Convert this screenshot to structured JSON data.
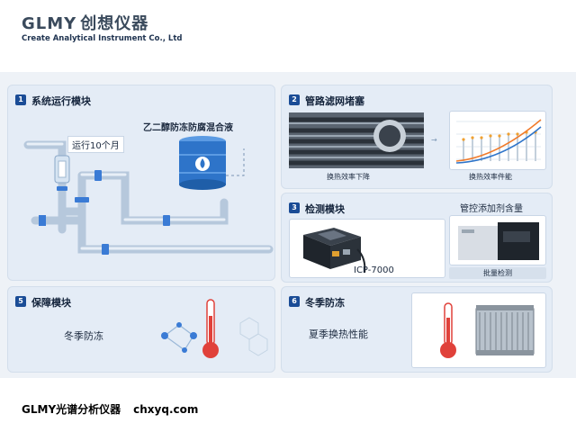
{
  "logo": {
    "brand": "GLMY",
    "name_cn": "创想仪器",
    "name_en": "Create Analytical Instrument Co., Ltd"
  },
  "panels": {
    "p1": {
      "num": "1",
      "title": "系统运行模块",
      "run_label": "运行10个月",
      "fluid_label": "乙二醇防冻防腐混合液"
    },
    "p2": {
      "num": "2",
      "title": "管路滤网堵塞",
      "left_caption": "换热效率下降",
      "right_caption": "换热效率件能"
    },
    "p3": {
      "num": "3",
      "title": "检测模块",
      "device_label": "ICP-7000",
      "right_title": "管控添加剂含量",
      "right_caption": "批量检测"
    },
    "p5": {
      "num": "5",
      "title": "保障模块",
      "text": "冬季防冻"
    },
    "p6": {
      "num": "6",
      "title": "冬季防冻",
      "text": "夏季换热性能"
    }
  },
  "footer": {
    "company": "GLMY光谱分析仪器",
    "url": "chxyq.com"
  },
  "colors": {
    "accent": "#1a4c96",
    "pipe": "#c6d6e6",
    "pipe_joint": "#3a7bd5",
    "drum": "#2e74c9",
    "thermo": "#e0413a"
  }
}
